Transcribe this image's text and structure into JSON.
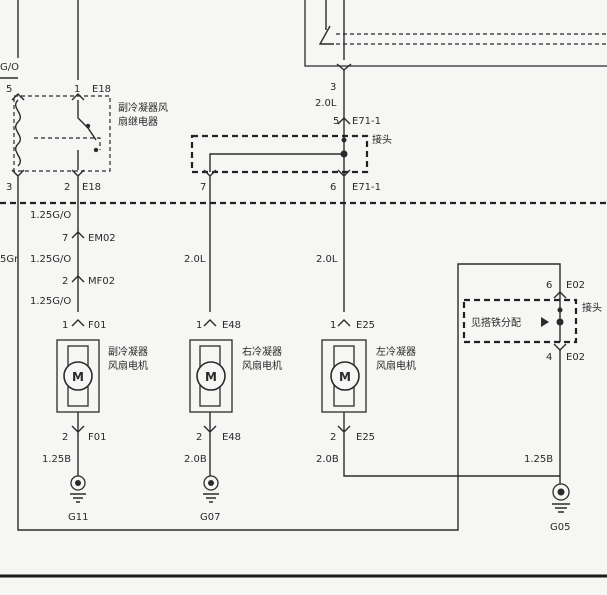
{
  "relay": {
    "name_line1": "副冷凝器风",
    "name_line2": "扇继电器",
    "pin_top_left": "5",
    "pin_top_right": "1",
    "pin_top_conn": "E18",
    "pin_bot_left": "3",
    "pin_bot_right": "2",
    "pin_bot_conn": "E18",
    "wire_top_left": "G/O"
  },
  "top_right": {
    "pin3": "3",
    "wire": "2.0L",
    "pin5": "5",
    "conn_e71_top": "E71-1",
    "joint_label": "接头",
    "pin7": "7",
    "pin6": "6",
    "conn_e71_bot": "E71-1"
  },
  "left_column": {
    "wire1": "1.25G/O",
    "pin7": "7",
    "em02": "EM02",
    "wire2": "1.25G/O",
    "pin2": "2",
    "mf02": "MF02",
    "wire3": "1.25G/O",
    "left_edge": "5Gr"
  },
  "motors": [
    {
      "id": "sub",
      "line1": "副冷凝器",
      "line2": "风扇电机",
      "pin_top": "1",
      "conn_top": "F01",
      "pin_bot": "2",
      "conn_bot": "F01",
      "wire_top": "",
      "wire_bot": "1.25B",
      "ground": "G11",
      "symbol": "M"
    },
    {
      "id": "right",
      "line1": "右冷凝器",
      "line2": "风扇电机",
      "pin_top": "1",
      "conn_top": "E48",
      "pin_bot": "2",
      "conn_bot": "E48",
      "wire_top": "2.0L",
      "wire_bot": "2.0B",
      "ground": "G07",
      "symbol": "M"
    },
    {
      "id": "left",
      "line1": "左冷凝器",
      "line2": "风扇电机",
      "pin_top": "1",
      "conn_top": "E25",
      "pin_bot": "2",
      "conn_bot": "E25",
      "wire_top": "2.0L",
      "wire_bot": "2.0B",
      "ground": "",
      "symbol": "M"
    }
  ],
  "ground_joint": {
    "pin6": "6",
    "conn_top": "E02",
    "joint_label": "接头",
    "ref_text": "见搭铁分配",
    "pin4": "4",
    "conn_bot": "E02",
    "wire": "1.25B",
    "ground": "G05"
  }
}
